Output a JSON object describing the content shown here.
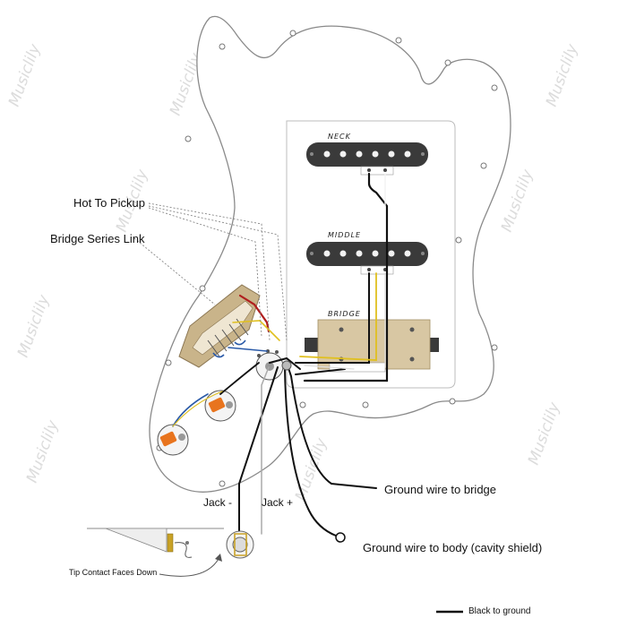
{
  "labels": {
    "hot_to_pickup": "Hot To Pickup",
    "bridge_series_link": "Bridge Series Link",
    "jack_minus": "Jack -",
    "jack_plus": "Jack +",
    "ground_bridge": "Ground wire to bridge",
    "ground_body": "Ground wire to body (cavity shield)",
    "tip_contact": "Tip Contact Faces Down",
    "legend_black": "Black to ground"
  },
  "pickups": {
    "neck": "NECK",
    "middle": "MIDDLE",
    "bridge": "BRIDGE"
  },
  "watermark": "Musiclily",
  "colors": {
    "pickguard": "#ffffff",
    "pickguard_outline": "#8a8a8a",
    "pickup_body": "#3a3a3a",
    "humbucker_plate": "#d8c7a3",
    "wire_black": "#111111",
    "wire_red": "#b01e1e",
    "wire_yellow": "#e0c020",
    "wire_blue": "#2a5aa8",
    "pot_orange": "#e8741e",
    "switch_body": "#c9b48a"
  }
}
